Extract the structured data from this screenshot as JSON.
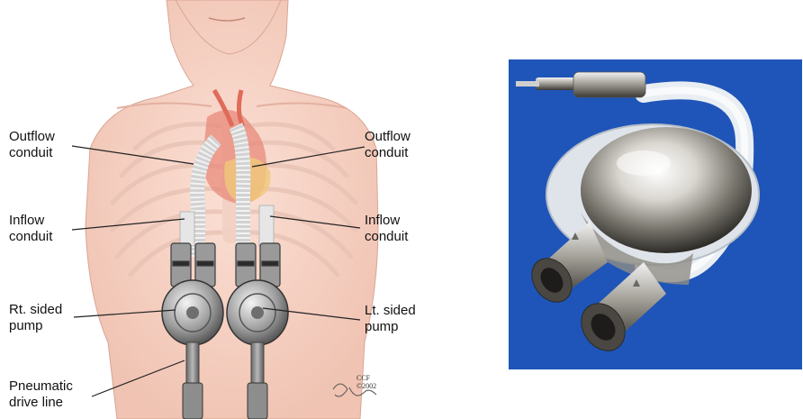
{
  "labels": {
    "left_outflow": [
      "Outflow",
      "conduit"
    ],
    "left_inflow": [
      "Inflow",
      "conduit"
    ],
    "right_pump": [
      "Rt. sided",
      "pump"
    ],
    "drive_line": [
      "Pneumatic",
      "drive line"
    ],
    "right_outflow": [
      "Outflow",
      "conduit"
    ],
    "right_inflow": [
      "Inflow",
      "conduit"
    ],
    "left_pump": [
      "Lt. sided",
      "pump"
    ]
  },
  "credit": [
    "CCF",
    "©2002"
  ],
  "colors": {
    "skin": "#f6d3c6",
    "skin_shadow": "#e9b8a6",
    "photo_background": "#1f55b8",
    "metal": "#c9c9cc"
  }
}
